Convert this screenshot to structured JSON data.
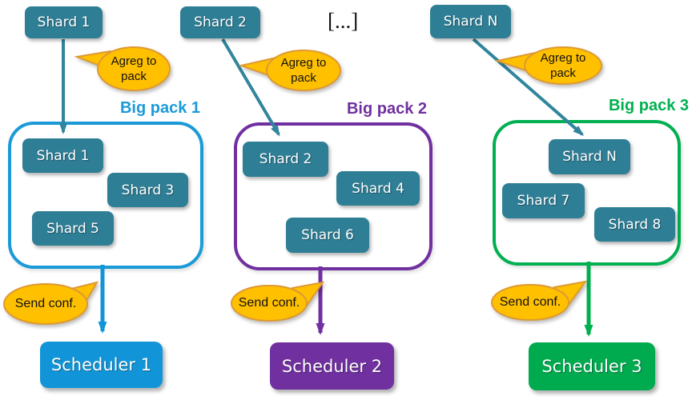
{
  "title": "Shard aggregation to big packs and schedulers diagram",
  "ellipsis_label": "[...]",
  "colors": {
    "shard_teal": "#2E7E95",
    "arrow_teal": "#31859C",
    "pack1_blue": "#1B9AD8",
    "scheduler1_blue": "#1295D8",
    "pack2_purple": "#7030A0",
    "pack3_green": "#00B050",
    "scheduler3_green": "#00AB50",
    "bubble_fill": "#FFC000",
    "bubble_border": "#DD9933"
  },
  "columns": [
    {
      "source_shard": "Shard 1",
      "agreg_bubble": "Agreg to pack",
      "pack_label": "Big pack 1",
      "pack_shards": [
        "Shard 1",
        "Shard 3",
        "Shard 5"
      ],
      "send_bubble": "Send conf.",
      "scheduler": "Scheduler 1"
    },
    {
      "source_shard": "Shard 2",
      "agreg_bubble": "Agreg to pack",
      "pack_label": "Big pack 2",
      "pack_shards": [
        "Shard 2",
        "Shard 4",
        "Shard 6"
      ],
      "send_bubble": "Send conf.",
      "scheduler": "Scheduler 2"
    },
    {
      "source_shard": "Shard N",
      "agreg_bubble": "Agreg to pack",
      "pack_label": "Big pack 3",
      "pack_shards": [
        "Shard N",
        "Shard 7",
        "Shard 8"
      ],
      "send_bubble": "Send conf.",
      "scheduler": "Scheduler 3"
    }
  ]
}
